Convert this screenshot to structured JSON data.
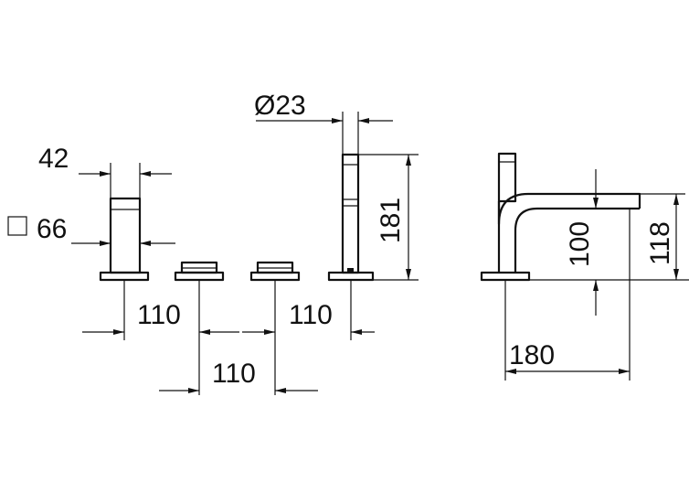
{
  "dimensions": {
    "handle_width": "42",
    "base_square": "66",
    "spacing_left": "110",
    "spacing_right": "110",
    "spacing_center": "110",
    "shower_diameter": "Ø23",
    "shower_height": "181",
    "spout_height": "100",
    "spout_total_height": "118",
    "spout_projection": "180"
  }
}
